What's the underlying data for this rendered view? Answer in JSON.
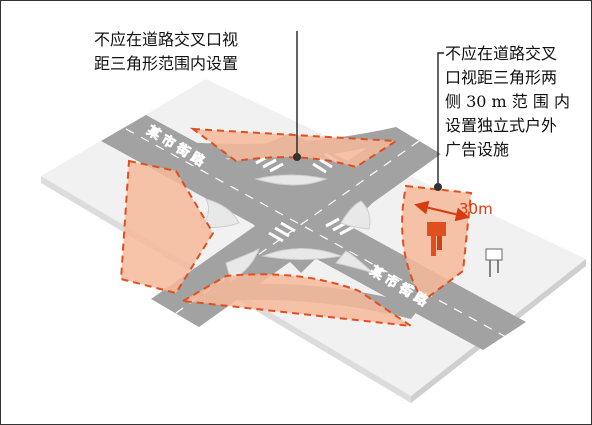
{
  "callout_left": {
    "line1": "不应在道路交叉口视",
    "line2": "距三角形范围内设置"
  },
  "callout_right": {
    "line1": "不应在道路交叉",
    "line2": "口视距三角形两",
    "line3": "侧 30 m 范 围 内",
    "line4": "设置独立式户外",
    "line5": "广告设施"
  },
  "dimension": {
    "label": "30m"
  },
  "road_labels": {
    "upper": "某 市 街 路",
    "lower": "某 市 街 路"
  },
  "icons": {
    "billboard_large": "billboard-icon",
    "billboard_small": "billboard-icon"
  },
  "colors": {
    "road": "#a2a2a2",
    "ground": "#f1f1f1",
    "zone_fill": "#f6b89a",
    "zone_stroke": "#e0501f",
    "accent": "#d63b12"
  }
}
